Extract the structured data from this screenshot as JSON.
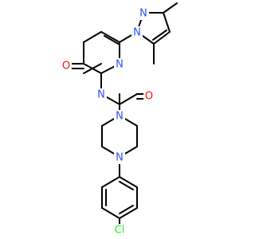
{
  "molecule": {
    "atoms": [
      {
        "id": "o1",
        "symbol": "O",
        "color": "#ff0d0d"
      },
      {
        "id": "n1",
        "symbol": "N",
        "color": "#3050f8"
      },
      {
        "id": "n2",
        "symbol": "N",
        "color": "#3050f8"
      },
      {
        "id": "n3",
        "symbol": "N",
        "color": "#3050f8"
      },
      {
        "id": "n4",
        "symbol": "N",
        "color": "#3050f8"
      },
      {
        "id": "o2",
        "symbol": "O",
        "color": "#ff0d0d"
      },
      {
        "id": "n5",
        "symbol": "N",
        "color": "#3050f8"
      },
      {
        "id": "n6",
        "symbol": "N",
        "color": "#3050f8"
      },
      {
        "id": "cl",
        "symbol": "Cl",
        "color": "#1ff01f"
      }
    ],
    "bond_color": "#000000"
  }
}
